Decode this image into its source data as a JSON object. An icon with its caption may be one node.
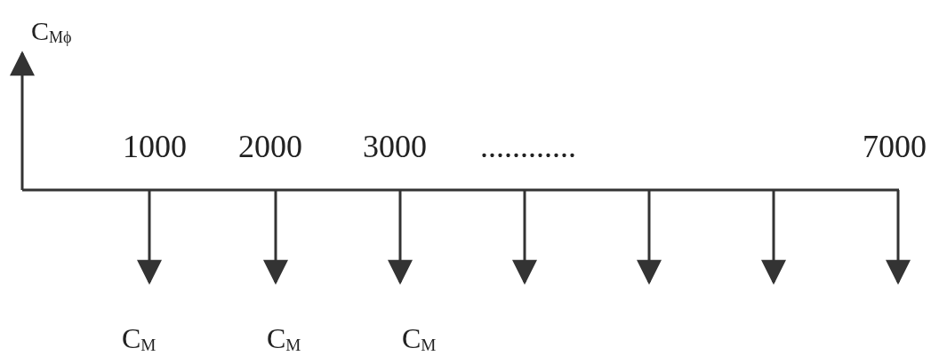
{
  "diagram": {
    "labels": [
      "C$_{Mϕ}$",
      "1000",
      "2000",
      "3000",
      "............",
      "7000",
      "C$_{M}$",
      "C$_{M}$",
      "C$_{M}$"
    ]
  }
}
